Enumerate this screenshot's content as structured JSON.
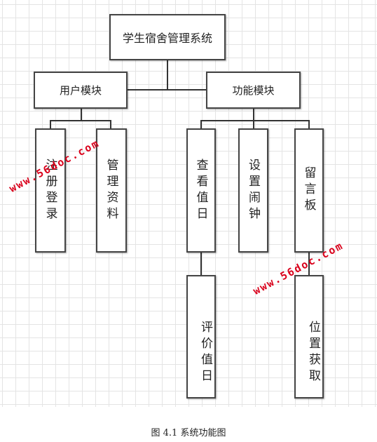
{
  "diagram": {
    "root": "学生宿舍管理系统",
    "user_module": "用户模块",
    "function_module": "功能模块",
    "leaves": {
      "register_login": "注册登录",
      "manage_profile": "管理资料",
      "view_duty": "查看值日",
      "set_alarm": "设置闹钟",
      "message_board": "留言板",
      "rate_duty": "评价值日",
      "get_location": "位置获取"
    }
  },
  "watermark": "www.56doc.com",
  "caption": "图 4.1  系统功能图"
}
